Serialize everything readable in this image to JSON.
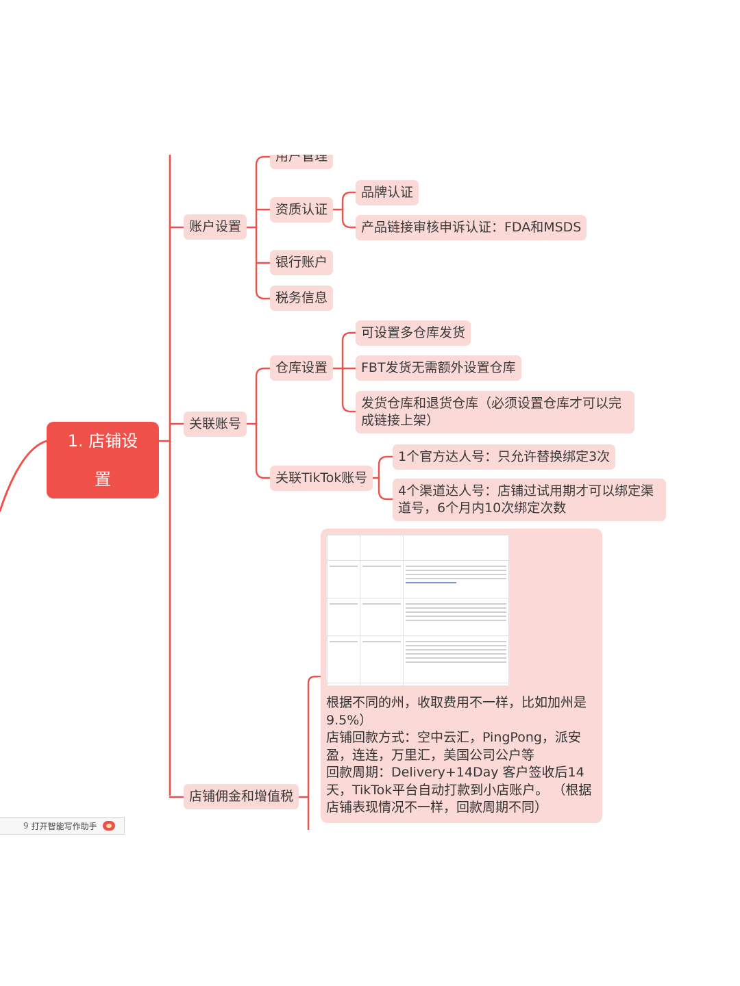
{
  "colors": {
    "line": "#f0504a",
    "node_bg": "#fbd9d6",
    "root_bg": "#f0504a"
  },
  "mindmap": {
    "root": "1. 店铺设置",
    "account": {
      "label": "账户设置",
      "user_mgmt": "用户管理",
      "qualification": {
        "label": "资质认证",
        "brand": "品牌认证",
        "product_link": "产品链接审核申诉认证：FDA和MSDS"
      },
      "bank": "银行账户",
      "tax": "税务信息"
    },
    "linked": {
      "label": "关联账号",
      "warehouse": {
        "label": "仓库设置",
        "multi": "可设置多仓库发货",
        "fbt": "FBT发货无需额外设置仓库",
        "return": "发货仓库和退货仓库（必须设置仓库才可以完成链接上架）"
      },
      "tiktok": {
        "label": "关联TikTok账号",
        "official": "1个官方达人号：只允许替换绑定3次",
        "channel": "4个渠道达人号：店铺过试用期才可以绑定渠道号，6个月内10次绑定次数"
      }
    },
    "commission": {
      "label": "店铺佣金和增值税",
      "details": [
        "根据不同的州，收取费用不一样，比如加州是9.5%）",
        "店铺回款方式：空中云汇，PingPong，派安盈，连连，万里汇，美国公司公户等",
        "回款周期：Delivery+14Day 客户签收后14天，TikTok平台自动打款到小店账户。 （根据店铺表现情况不一样，回款周期不同）"
      ]
    }
  },
  "status_bar": {
    "index": "9",
    "label": "打开智能写作助手",
    "icon": "assistant-icon"
  }
}
